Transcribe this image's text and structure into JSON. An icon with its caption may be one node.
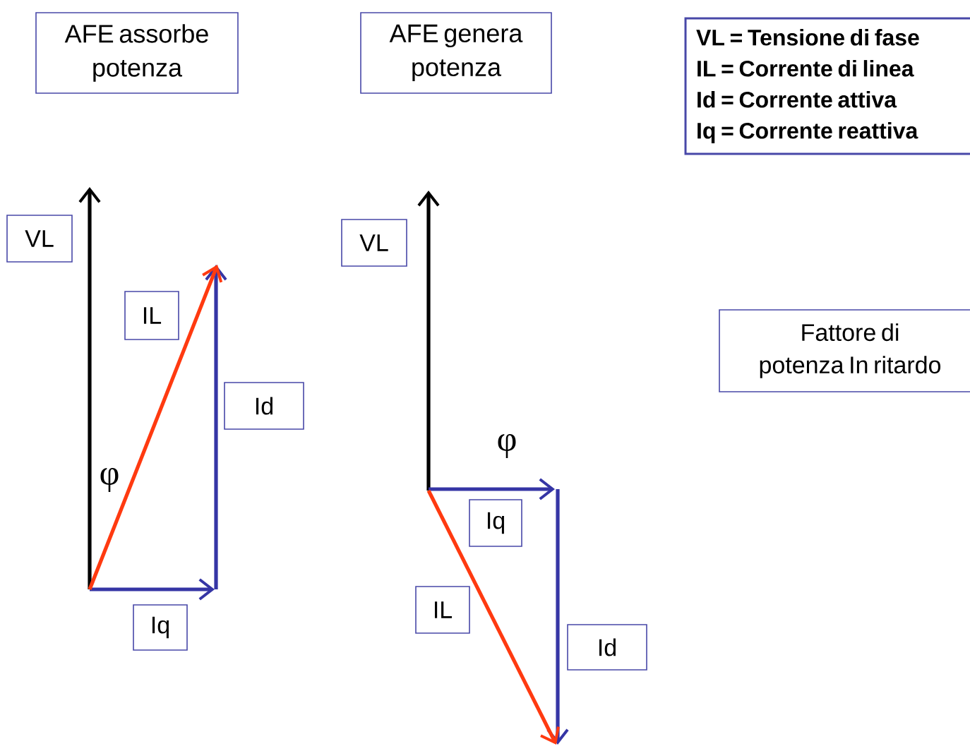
{
  "diagram": {
    "nodes": [
      {
        "text": [
          "AFE assorbe potenza"
        ]
      },
      {
        "text": [
          "AFE genera potenza"
        ]
      },
      {
        "text": [
          "VL = Tensione di fase",
          "IL = Corrente di linea",
          "Id = Corrente attiva",
          "Iq = Corrente reattiva"
        ]
      },
      {
        "text": [
          "VL"
        ]
      },
      {
        "text": [
          "IL"
        ]
      },
      {
        "text": [
          "Id"
        ]
      },
      {
        "text": [
          "Iq"
        ]
      },
      {
        "text": [
          "VL"
        ]
      },
      {
        "text": [
          "Fattore di potenza In ritardo"
        ]
      },
      {
        "text": [
          "Iq"
        ]
      },
      {
        "text": [
          "IL"
        ]
      },
      {
        "text": [
          "Id"
        ]
      }
    ],
    "labels": [
      "φ",
      "φ"
    ]
  }
}
